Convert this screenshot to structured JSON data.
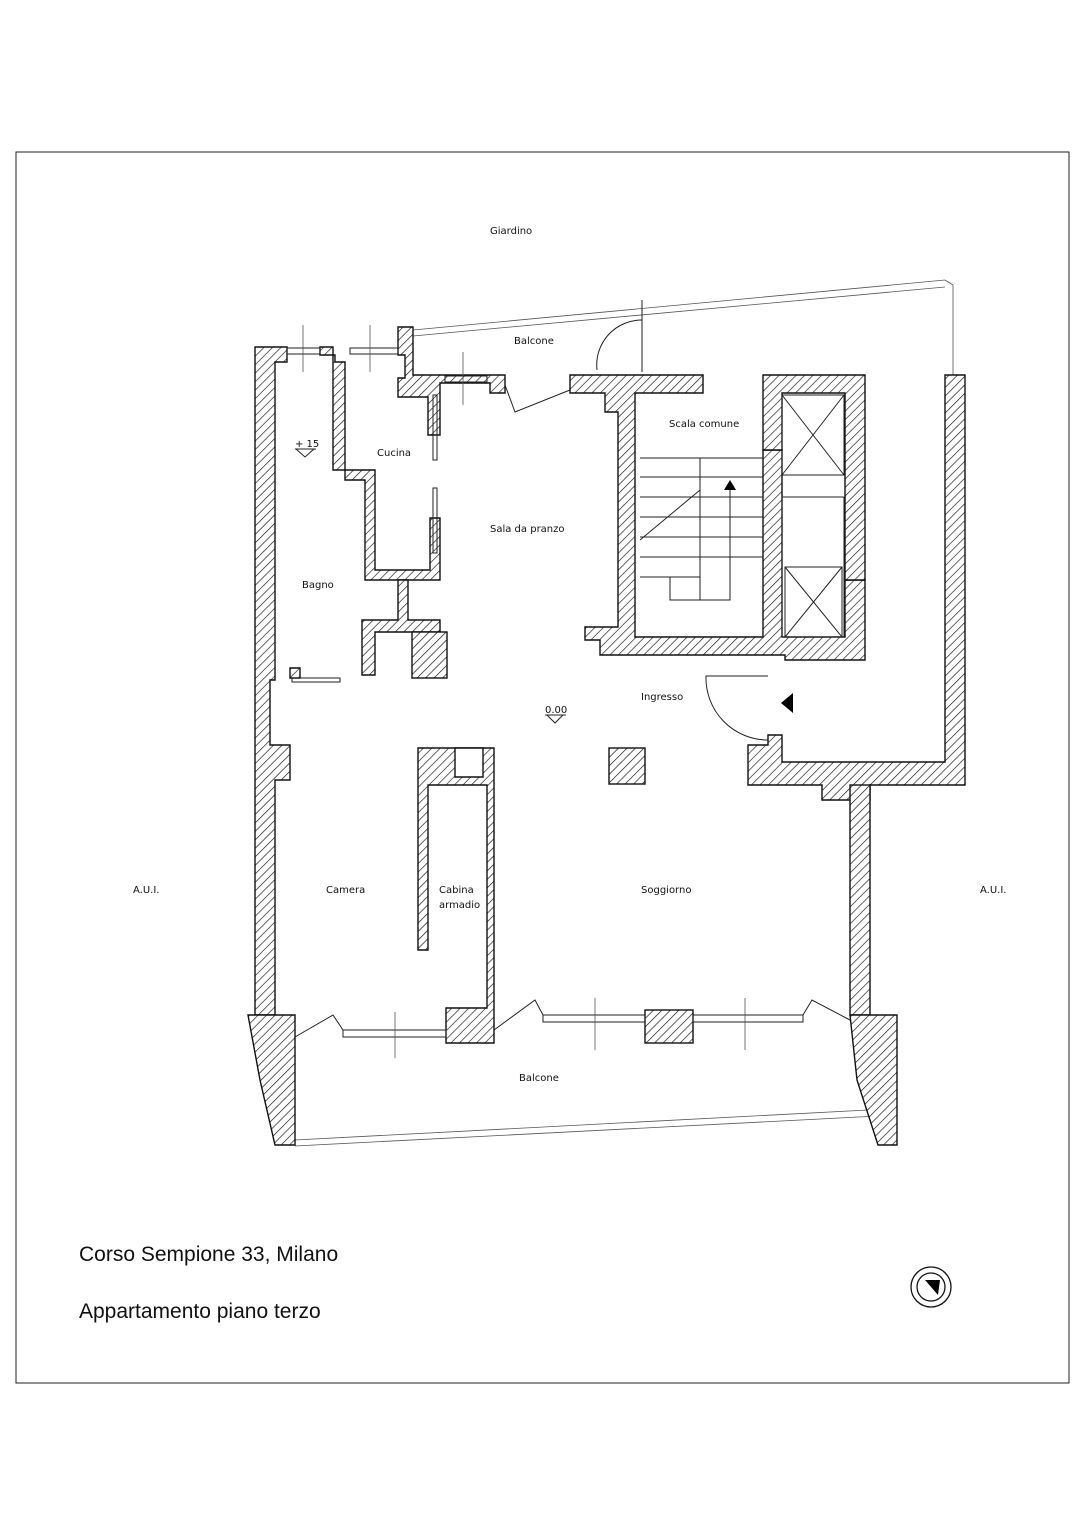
{
  "rooms": {
    "giardino": "Giardino",
    "balcone_top": "Balcone",
    "cucina": "Cucina",
    "scala": "Scala comune",
    "sala": "Sala da pranzo",
    "bagno": "Bagno",
    "ingresso": "Ingresso",
    "camera": "Camera",
    "cabina_1": "Cabina",
    "cabina_2": "armadio",
    "soggiorno": "Soggiorno",
    "aui_left": "A.U.I.",
    "aui_right": "A.U.I.",
    "balcone_bottom": "Balcone"
  },
  "levels": {
    "upper": "+ 15",
    "main": "0.00"
  },
  "title": {
    "line1": "Corso Sempione 33, Milano",
    "line2": "Appartamento piano terzo"
  },
  "icons": [
    "north-arrow-icon",
    "entrance-arrow-icon",
    "stair-direction-icon",
    "level-marker-icon"
  ]
}
